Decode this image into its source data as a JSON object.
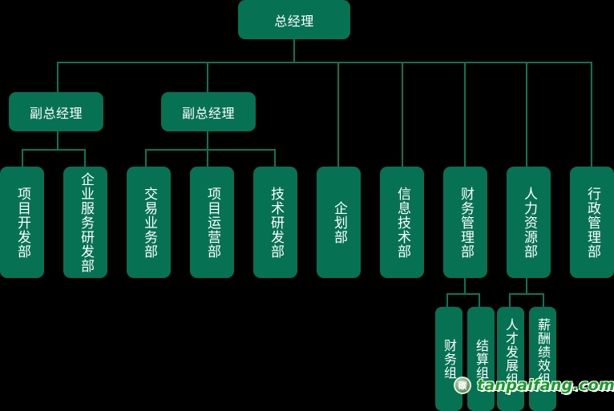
{
  "chart": {
    "root": {
      "label": "总经理"
    },
    "deputies": [
      {
        "label": "副总经理",
        "departments": [
          "项目开发部",
          "企业服务研发部"
        ]
      },
      {
        "label": "副总经理",
        "departments": [
          "交易业务部",
          "项目运营部",
          "技术研发部"
        ]
      }
    ],
    "direct_departments": [
      {
        "label": "企划部",
        "groups": []
      },
      {
        "label": "信息技术部",
        "groups": []
      },
      {
        "label": "财务管理部",
        "groups": [
          "财务组",
          "结算组"
        ]
      },
      {
        "label": "人力资源部",
        "groups": [
          "人才发展组",
          "薪酬绩效组"
        ]
      },
      {
        "label": "行政管理部",
        "groups": []
      }
    ]
  },
  "watermark": {
    "icon": "leaf-logo-icon",
    "icon_text": "碳",
    "text": "tanpaifang.com"
  },
  "colors": {
    "box": "#067253",
    "line": "#0a7656",
    "background": "#000000",
    "text": "#ffffff"
  }
}
